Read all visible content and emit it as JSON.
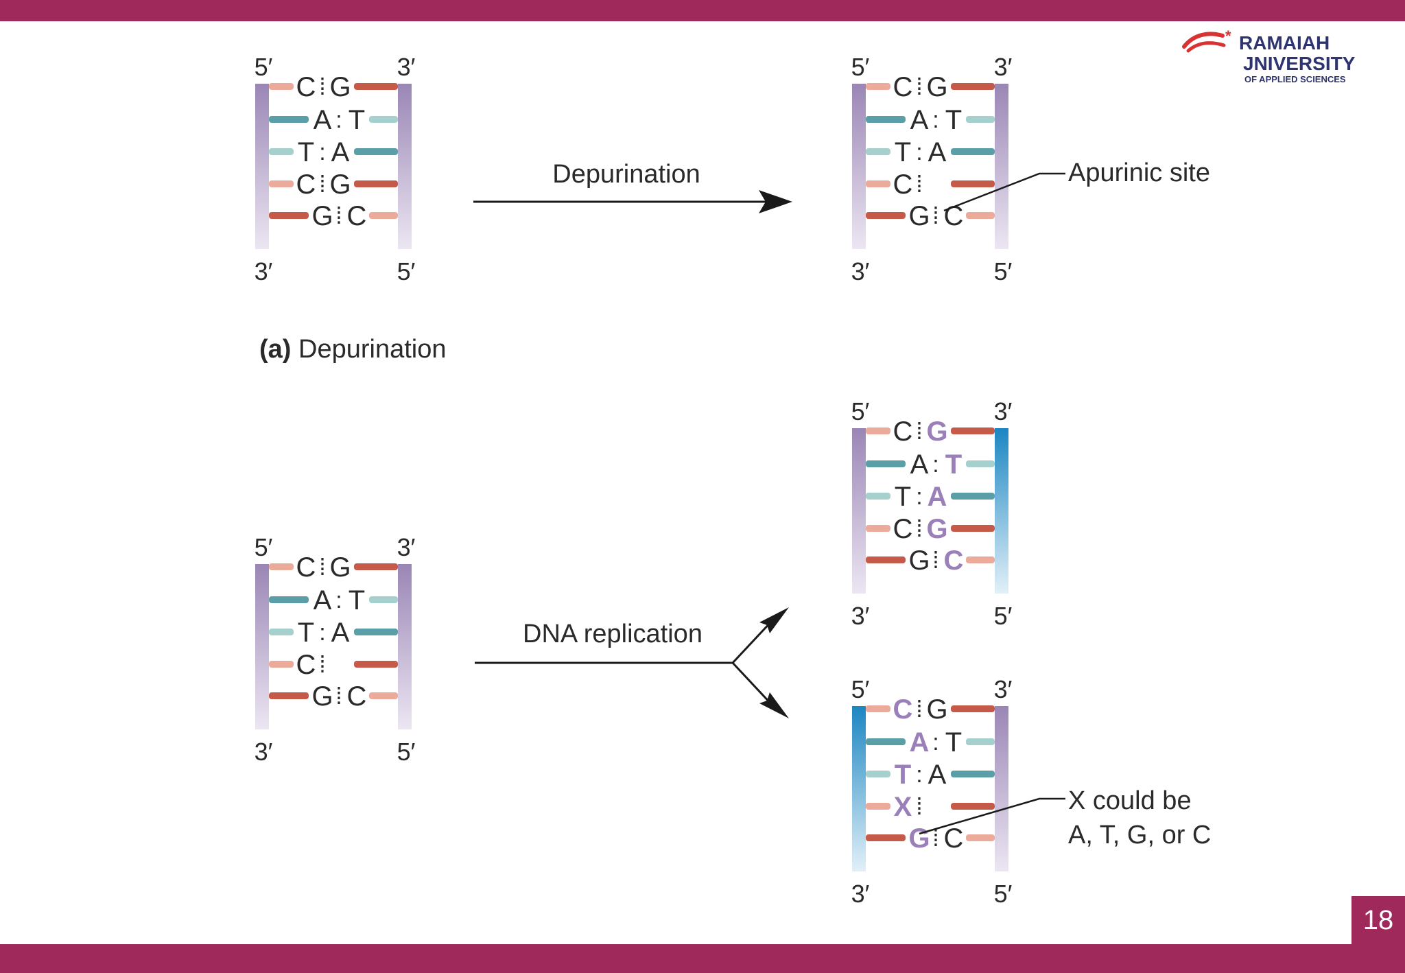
{
  "slide": {
    "page_number": "18",
    "colors": {
      "band": "#a0295c",
      "dna_purple": "#9a86b5",
      "dna_blue": "#1c86c2",
      "base_salmon": "#ecaa9a",
      "base_red": "#c55a48",
      "base_teal": "#5a9ea8",
      "base_light_teal": "#a6d0cd",
      "new_base_text": "#9a7fb8",
      "logo_navy": "#2d3470",
      "logo_red": "#d83232"
    }
  },
  "logo": {
    "line1": "RAMAIAH",
    "line2": "JNIVERSITY",
    "line3": "OF APPLIED SCIENCES"
  },
  "panel_a": {
    "caption_letter": "(a)",
    "caption_text": " Depurination",
    "arrow_label": "Depurination",
    "annotation": "Apurinic site",
    "left_duplex": {
      "top_left": "5′",
      "top_right": "3′",
      "bottom_left": "3′",
      "bottom_right": "5′",
      "pairs": [
        {
          "left": "C",
          "sep": "⁞",
          "right": "G"
        },
        {
          "left": "A",
          "sep": ":",
          "right": "T"
        },
        {
          "left": "T",
          "sep": ":",
          "right": "A"
        },
        {
          "left": "C",
          "sep": "⁞",
          "right": "G"
        },
        {
          "left": "G",
          "sep": "⁞",
          "right": "C"
        }
      ]
    },
    "right_duplex": {
      "top_left": "5′",
      "top_right": "3′",
      "bottom_left": "3′",
      "bottom_right": "5′",
      "pairs": [
        {
          "left": "C",
          "sep": "⁞",
          "right": "G"
        },
        {
          "left": "A",
          "sep": ":",
          "right": "T"
        },
        {
          "left": "T",
          "sep": ":",
          "right": "A"
        },
        {
          "left": "C",
          "sep": "⁞",
          "right": ""
        },
        {
          "left": "G",
          "sep": "⁞",
          "right": "C"
        }
      ]
    }
  },
  "panel_b": {
    "arrow_label": "DNA replication",
    "annotation_line1": "X could be",
    "annotation_line2": "A, T, G, or C",
    "source_duplex": {
      "top_left": "5′",
      "top_right": "3′",
      "bottom_left": "3′",
      "bottom_right": "5′",
      "pairs": [
        {
          "left": "C",
          "sep": "⁞",
          "right": "G"
        },
        {
          "left": "A",
          "sep": ":",
          "right": "T"
        },
        {
          "left": "T",
          "sep": ":",
          "right": "A"
        },
        {
          "left": "C",
          "sep": "⁞",
          "right": ""
        },
        {
          "left": "G",
          "sep": "⁞",
          "right": "C"
        }
      ]
    },
    "upper_product": {
      "top_left": "5′",
      "top_right": "3′",
      "bottom_left": "3′",
      "bottom_right": "5′",
      "pairs": [
        {
          "left": "C",
          "sep": "⁞",
          "right": "G"
        },
        {
          "left": "A",
          "sep": ":",
          "right": "T"
        },
        {
          "left": "T",
          "sep": ":",
          "right": "A"
        },
        {
          "left": "C",
          "sep": "⁞",
          "right": "G"
        },
        {
          "left": "G",
          "sep": "⁞",
          "right": "C"
        }
      ]
    },
    "lower_product": {
      "top_left": "5′",
      "top_right": "3′",
      "bottom_left": "3′",
      "bottom_right": "5′",
      "pairs": [
        {
          "left": "C",
          "sep": "⁞",
          "right": "G"
        },
        {
          "left": "A",
          "sep": ":",
          "right": "T"
        },
        {
          "left": "T",
          "sep": ":",
          "right": "A"
        },
        {
          "left": "X",
          "sep": "⁞",
          "right": ""
        },
        {
          "left": "G",
          "sep": "⁞",
          "right": "C"
        }
      ]
    }
  }
}
